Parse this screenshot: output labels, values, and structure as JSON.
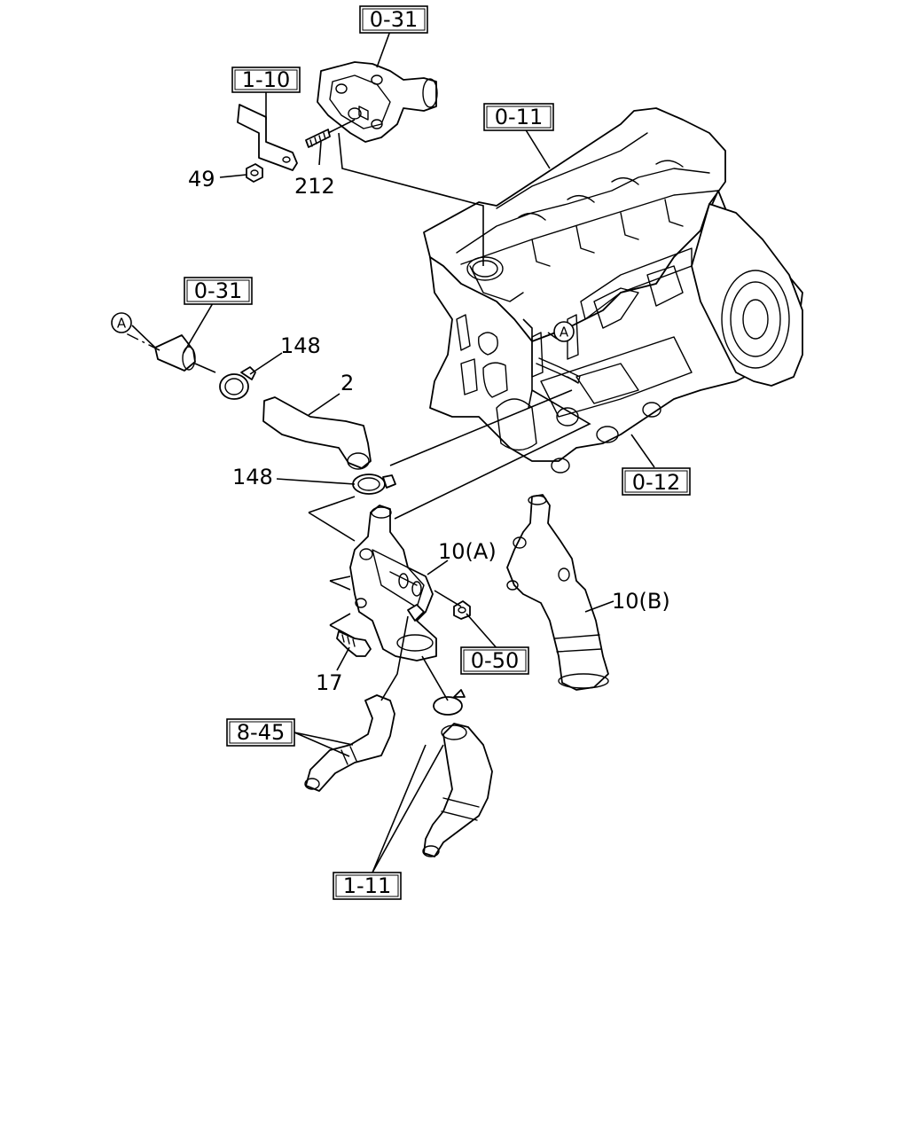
{
  "callouts": {
    "ref_0_31_top": "0-31",
    "ref_1_10": "1-10",
    "part_49": "49",
    "part_212": "212",
    "ref_0_11": "0-11",
    "ref_0_31_left": "0-31",
    "marker_a_left": "A",
    "marker_a_right": "A",
    "part_148_top": "148",
    "part_2": "2",
    "part_148_mid": "148",
    "ref_0_12": "0-12",
    "part_10a": "10(A)",
    "part_10b": "10(B)",
    "part_17": "17",
    "ref_0_50": "0-50",
    "ref_8_45": "8-45",
    "ref_1_11": "1-11"
  }
}
